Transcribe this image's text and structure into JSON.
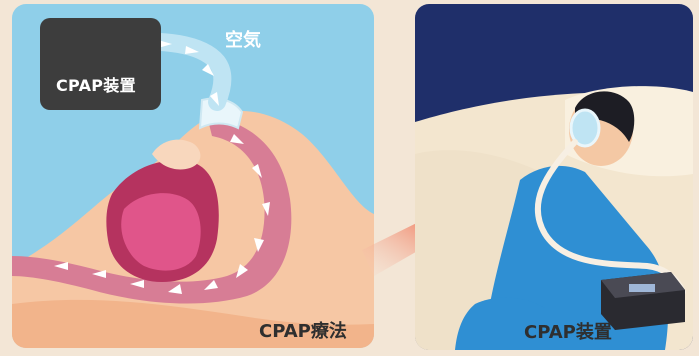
{
  "left_panel": {
    "device_label": "CPAP装置",
    "air_label": "空気",
    "caption": "CPAP療法"
  },
  "right_panel": {
    "caption": "CPAP装置"
  },
  "colors": {
    "sky": "#8fcfe9",
    "skin": "#f6c7a4",
    "airway": "#d77d95",
    "mouth": "#b5335f",
    "device": "#3d3d3d",
    "arrow": "#ffffff",
    "pointer": "#e6281e",
    "night": "#1f2f6a",
    "pajama": "#2f8fd3"
  }
}
